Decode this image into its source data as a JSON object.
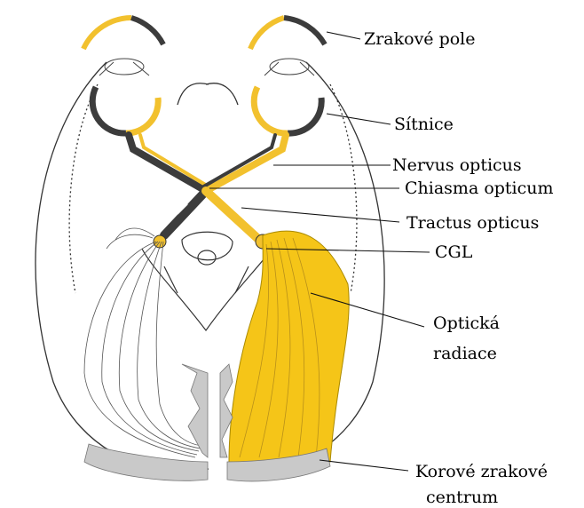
{
  "colors": {
    "optic_yellow": "#f2c12e",
    "radiation_yellow": "#f5c518",
    "dark_fiber": "#3c3c3c",
    "cortex_gray": "#c9c9c9",
    "outline": "#333333"
  },
  "labels": {
    "zrakove_pole": "Zrakové pole",
    "sitnice": "Sítnice",
    "nervus_opticus": "Nervus opticus",
    "chiasma_opticum": "Chiasma opticum",
    "tractus_opticus": "Tractus opticus",
    "cgl": "CGL",
    "opticka": "Optická",
    "radiace": "radiace",
    "korove_zrakove": "Korové zrakové",
    "centrum": "centrum"
  }
}
